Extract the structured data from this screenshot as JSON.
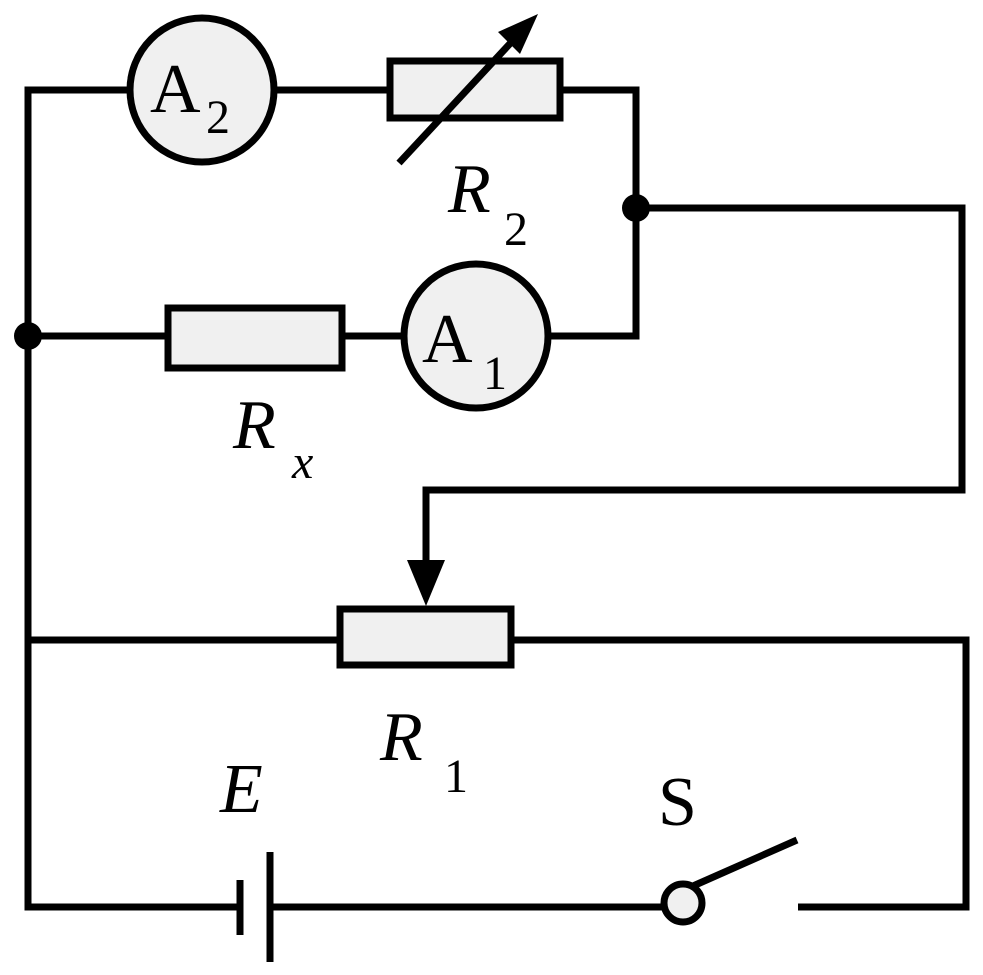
{
  "components": {
    "ammeter_a2": {
      "letter": "A",
      "sub": "2"
    },
    "ammeter_a1": {
      "letter": "A",
      "sub": "1"
    },
    "rheostat_r2": {
      "letter": "R",
      "sub": "2"
    },
    "resistor_rx": {
      "letter": "R",
      "sub": "x"
    },
    "slide_rheostat_r1": {
      "letter": "R",
      "sub": "1"
    },
    "battery": {
      "label": "E"
    },
    "switch": {
      "label": "S"
    }
  },
  "colors": {
    "wire": "#000000",
    "component_fill": "#f0f0f0"
  }
}
